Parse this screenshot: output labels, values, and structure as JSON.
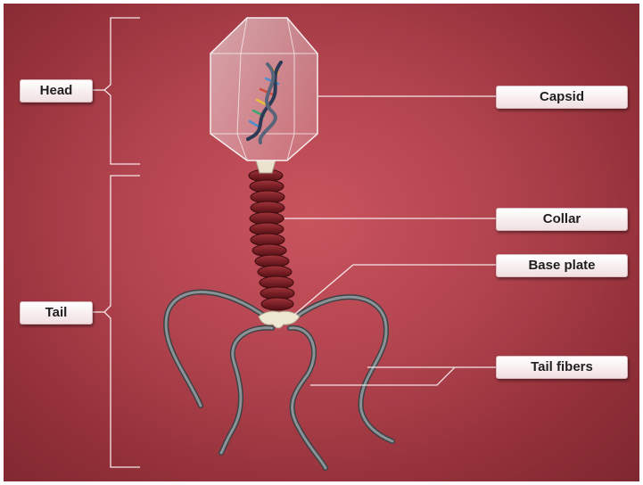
{
  "labels": {
    "head": "Head",
    "tail": "Tail",
    "capsid": "Capsid",
    "collar": "Collar",
    "base_plate": "Base plate",
    "tail_fibers": "Tail fibers"
  },
  "colors": {
    "background": "#b2444f",
    "label_fill": "#ffffff",
    "leader_line": "#f4e6e8",
    "collar_coil": "#6e1a1e",
    "fiber": "#5f6468"
  }
}
